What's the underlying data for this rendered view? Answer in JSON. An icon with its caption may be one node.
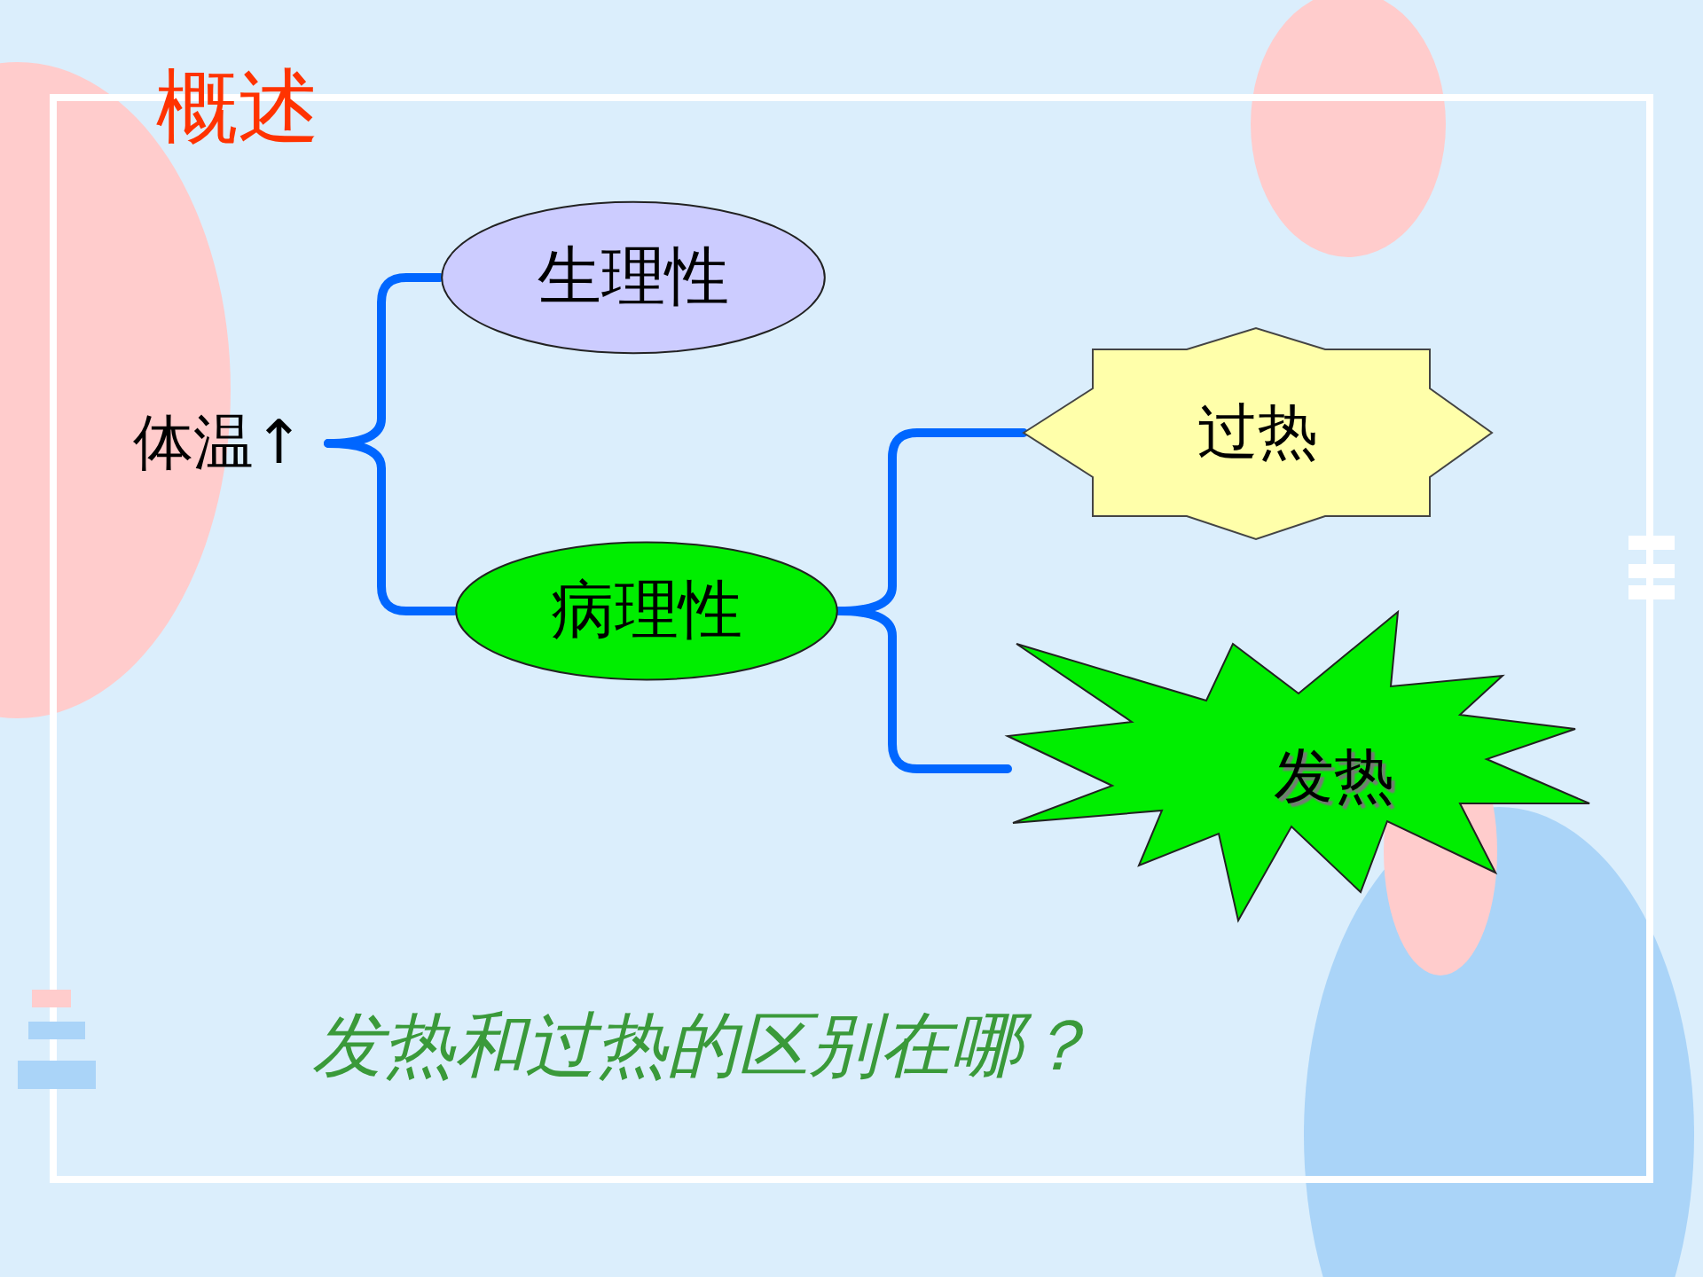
{
  "diagram": {
    "title": "概述",
    "nodes": [
      {
        "text": [
          "体温↑"
        ]
      },
      {
        "text": [
          "生理性"
        ]
      },
      {
        "text": [
          "病理性"
        ]
      },
      {
        "text": [
          "过热"
        ]
      },
      {
        "text": [
          "发热"
        ]
      }
    ],
    "edges": [
      {
        "from": 0,
        "to": 1,
        "arrow": "none"
      },
      {
        "from": 0,
        "to": 2,
        "arrow": "none"
      },
      {
        "from": 2,
        "to": 3,
        "arrow": "none"
      },
      {
        "from": 2,
        "to": 4,
        "arrow": "none"
      }
    ],
    "labels": [
      "发热和过热的区别在哪？"
    ]
  }
}
